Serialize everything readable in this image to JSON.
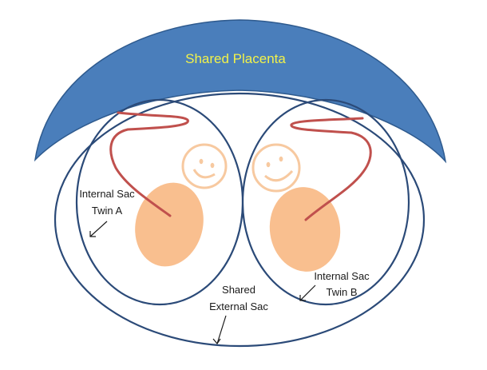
{
  "diagram": {
    "placenta_label": "Shared Placenta",
    "sac_a": {
      "line1": "Internal Sac",
      "line2": "Twin A"
    },
    "sac_b": {
      "line1": "Internal Sac",
      "line2": "Twin B"
    },
    "external_sac": {
      "line1": "Shared",
      "line2": "External Sac"
    }
  },
  "colors": {
    "placenta_fill": "#4a7ebb",
    "placenta_stroke": "#2e5a8e",
    "sac_stroke": "#2b4a78",
    "body_fill": "#f9bf8f",
    "face_stroke": "#f7c9a0",
    "cord_stroke": "#c0504d",
    "placenta_text": "#f2f24a"
  }
}
